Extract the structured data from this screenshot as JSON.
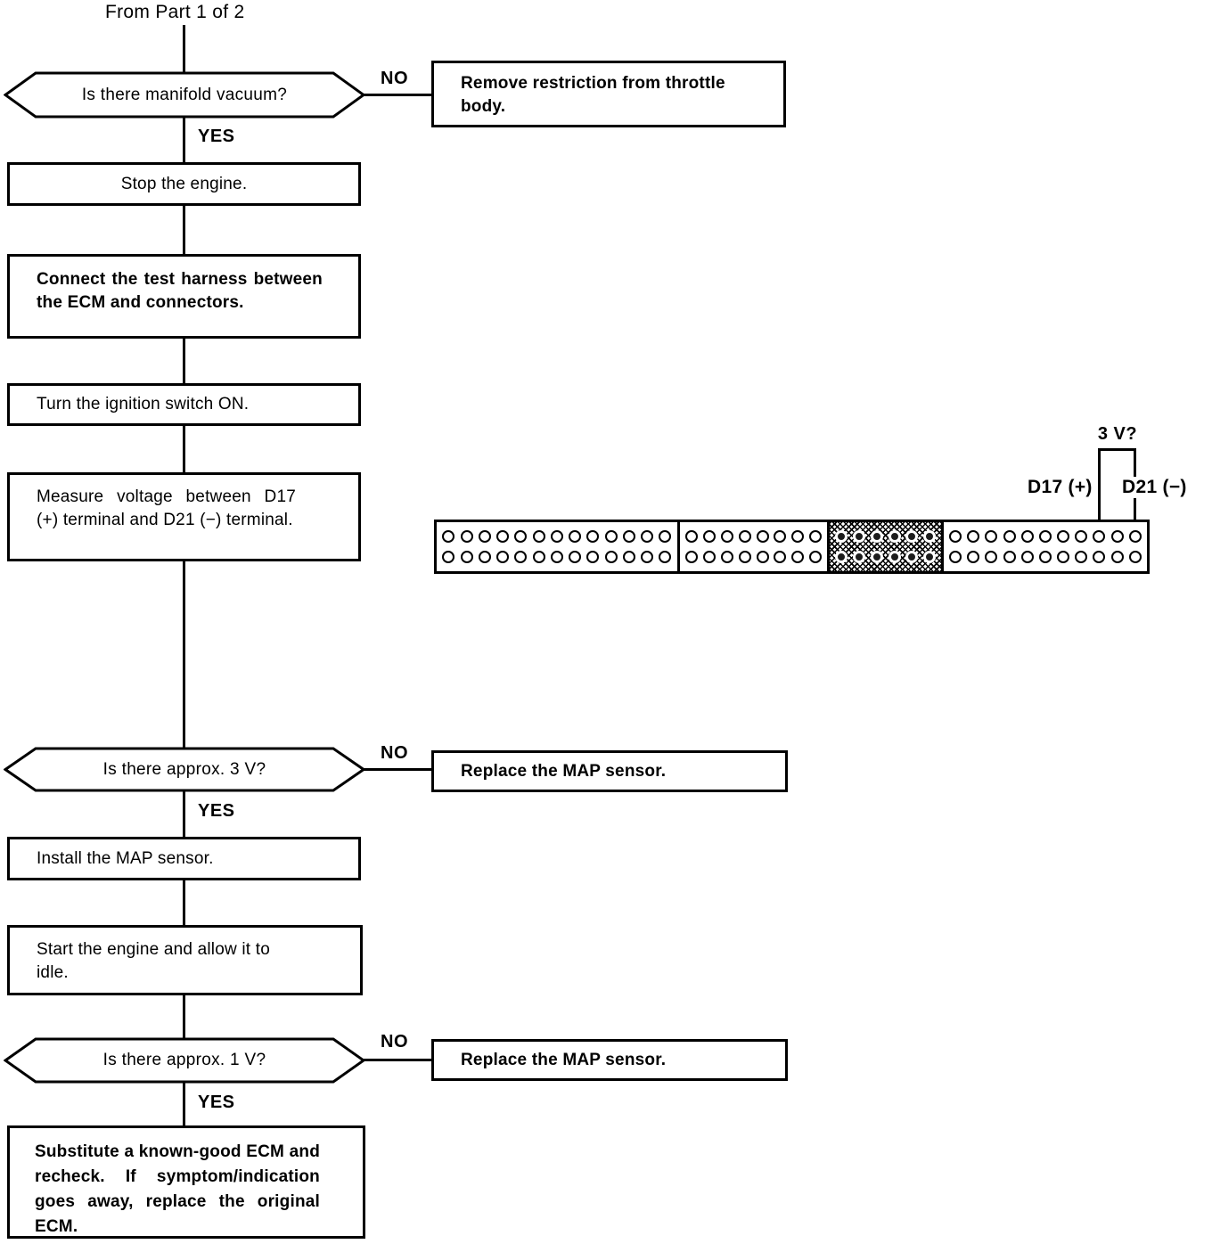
{
  "header": {
    "from_label": "From Part 1 of 2"
  },
  "branch_labels": {
    "yes": "YES",
    "no": "NO"
  },
  "flowchart": {
    "decisions": {
      "manifold_vacuum": "Is there manifold vacuum?",
      "approx_3v": "Is there approx. 3 V?",
      "approx_1v": "Is there approx. 1 V?"
    },
    "processes": {
      "stop_engine": "Stop the engine.",
      "connect_harness": "Connect the test harness between the ECM and connectors.",
      "ignition_on": "Turn the ignition switch ON.",
      "measure_voltage": "Measure voltage between D17 (+) terminal and D21 (−) terminal.",
      "install_map": "Install the MAP sensor.",
      "start_idle": "Start the engine and allow it to idle.",
      "substitute_ecm": "Substitute a known-good ECM and recheck. If symptom/indication goes away, replace the original ECM."
    },
    "actions": {
      "remove_restriction": "Remove restriction from throttle body.",
      "replace_map": "Replace the MAP sensor."
    }
  },
  "connector": {
    "voltage_label": "3 V?",
    "positive_pin_label": "D17 (+)",
    "negative_pin_label": "D21 (−)",
    "sections": [
      {
        "pins_per_row": 13,
        "rows": 2,
        "shaded": false
      },
      {
        "pins_per_row": 8,
        "rows": 2,
        "shaded": false
      },
      {
        "pins_per_row": 6,
        "rows": 2,
        "shaded": true
      },
      {
        "pins_per_row": 11,
        "rows": 2,
        "shaded": false
      }
    ]
  }
}
